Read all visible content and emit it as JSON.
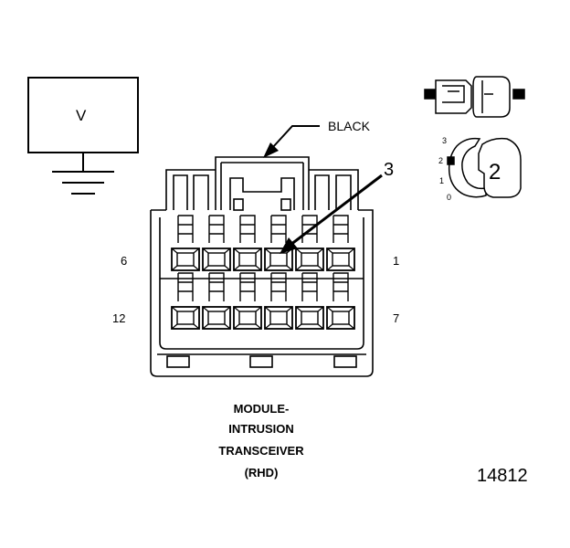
{
  "voltage_box": {
    "label": "V"
  },
  "connector": {
    "color_label": "BLACK",
    "callout_number": "3",
    "pin_labels": {
      "top_left": "6",
      "top_right": "1",
      "bottom_left": "12",
      "bottom_right": "7"
    }
  },
  "inset": {
    "callout_number": "2",
    "scale_labels": [
      "3",
      "2",
      "1",
      "0"
    ]
  },
  "title": {
    "lines": [
      "MODULE-",
      "INTRUSION",
      "TRANSCEIVER",
      "(RHD)"
    ]
  },
  "figure_number": "14812"
}
